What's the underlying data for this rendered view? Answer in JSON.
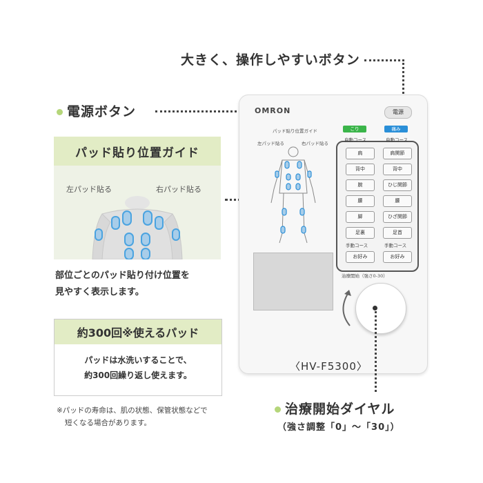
{
  "callouts": {
    "buttons_title": "大きく、操作しやすいボタン",
    "power_title": "電源ボタン",
    "guide_title": "パッド貼り位置ガイド",
    "guide_left": "左パッド貼る",
    "guide_right": "右パッド貼る",
    "guide_desc_1": "部位ごとのパッド貼り付け位置を",
    "guide_desc_2": "見やすく表示します。",
    "pad_title": "約300回※使えるパッド",
    "pad_body_1": "パッドは水洗いすることで、",
    "pad_body_2": "約300回繰り返し使えます。",
    "note_1": "※パッドの寿命は、肌の状態、保管状態などで",
    "note_2": "短くなる場合があります。",
    "model": "〈HV-F5300〉",
    "dial_title": "治療開始ダイヤル",
    "dial_sub": "（強さ調整「0」〜「30」）"
  },
  "device": {
    "logo": "OMRON",
    "power_label": "電源",
    "guide_label": "パッド貼り位置ガイド",
    "left_label": "左パッド貼る",
    "right_label": "右パッド貼る",
    "tag_left": "こり",
    "tag_right": "痛み",
    "col_left_head": "自動コース",
    "col_right_head": "自動コース",
    "left_buttons": [
      "肩",
      "背中",
      "腕",
      "腰",
      "脚",
      "足裏"
    ],
    "right_buttons": [
      "肩関節",
      "背中",
      "ひじ関節",
      "腰",
      "ひざ関節",
      "足首"
    ],
    "manual_left": "手動コース",
    "manual_right": "手動コース",
    "fav_left": "お好み",
    "fav_right": "お好み",
    "dial_label": "治療開始（強さ0-30）"
  },
  "colors": {
    "accent_green": "#b5d67a",
    "tag_green": "#3bb54a",
    "tag_blue": "#2a8fd8",
    "pad_blue": "#4aa3e0"
  }
}
